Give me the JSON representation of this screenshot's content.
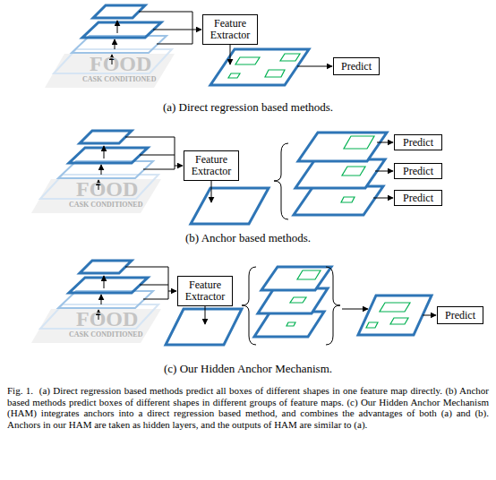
{
  "diagram": {
    "caption": "Fig. 1.  (a) Direct regression based methods predict all boxes of different shapes in one feature map directly. (b) Anchor based methods predict boxes of different shapes in different groups of feature maps. (c) Our Hidden Anchor Mechanism (HAM) integrates anchors into a direct regression based method, and combines the advantages of both (a) and (b). Anchors in our HAM are taken as hidden layers, and the outputs of HAM are similar to (a).",
    "nodes": [
      {
        "text": [
          "Feature Extractor"
        ]
      },
      {
        "text": [
          "Predict"
        ]
      },
      {
        "text": [
          "Feature Extractor"
        ]
      },
      {
        "text": [
          "Predict"
        ]
      },
      {
        "text": [
          "Predict"
        ]
      },
      {
        "text": [
          "Predict"
        ]
      },
      {
        "text": [
          "Feature Extractor"
        ]
      },
      {
        "text": [
          "Predict"
        ]
      }
    ],
    "labels": [
      "FOOD",
      "CASK CONDITIONED",
      "(a) Direct regression based methods.",
      "FOOD",
      "CASK CONDITIONED",
      "(b) Anchor based methods.",
      "FOOD",
      "CASK CONDITIONED",
      "(c) Our Hidden Anchor Mechanism."
    ]
  }
}
